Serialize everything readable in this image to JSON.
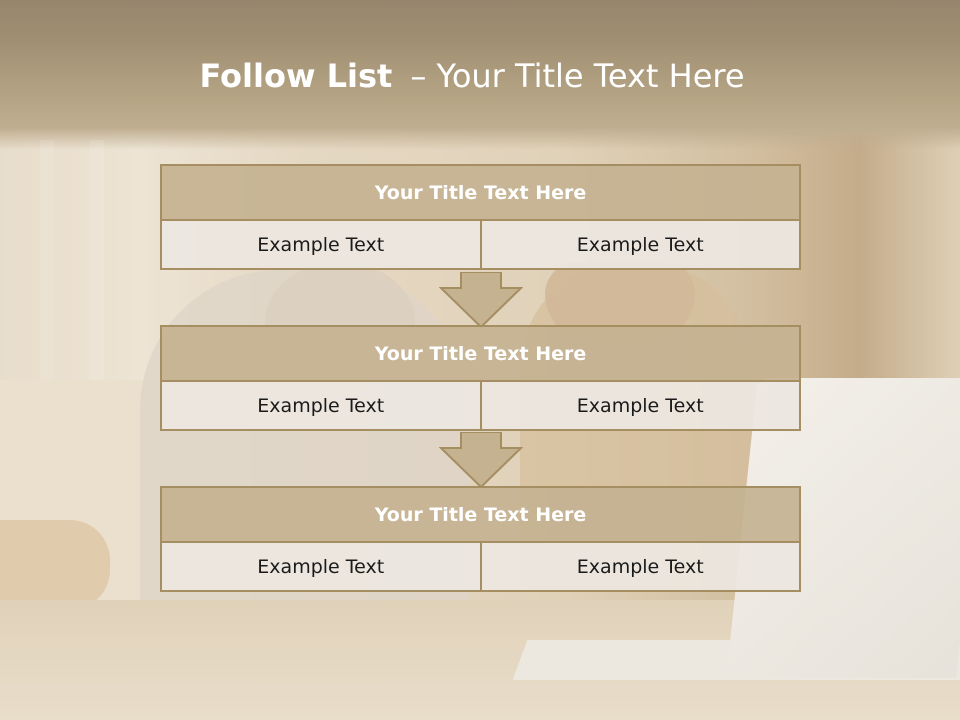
{
  "slide": {
    "title_bold": "Follow List",
    "title_dash": "–",
    "title_rest": "Your Title Text Here"
  },
  "blocks": [
    {
      "heading": "Your Title Text Here",
      "left": "Example Text",
      "right": "Example Text"
    },
    {
      "heading": "Your Title Text Here",
      "left": "Example Text",
      "right": "Example Text"
    },
    {
      "heading": "Your Title Text Here",
      "left": "Example Text",
      "right": "Example Text"
    }
  ],
  "colors": {
    "header_fill": "#c4b291",
    "border": "#a68e63",
    "cell_fill": "#ece7e0",
    "arrow_fill": "#c4b291"
  }
}
